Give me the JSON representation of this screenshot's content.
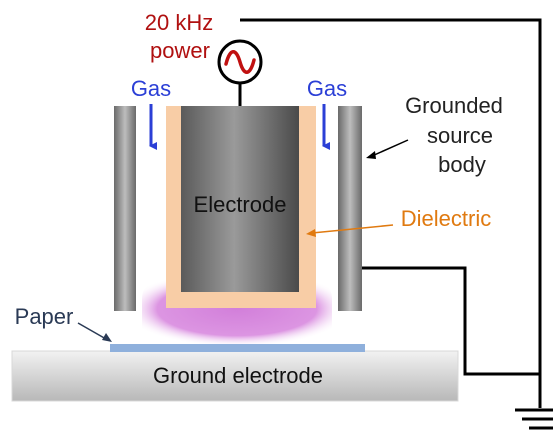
{
  "labels": {
    "power_line1": "20 kHz",
    "power_line2": "power",
    "gas_left": "Gas",
    "gas_right": "Gas",
    "grounded_line1": "Grounded",
    "grounded_line2": "source",
    "grounded_line3": "body",
    "electrode": "Electrode",
    "dielectric": "Dielectric",
    "paper": "Paper",
    "ground_electrode": "Ground electrode"
  },
  "colors": {
    "power_text": "#b01010",
    "gas_text": "#2b3fd6",
    "gas_arrow": "#2b3fd6",
    "dielectric_text": "#e07a10",
    "dielectric_fill": "#f8cda6",
    "paper_text": "#2a3a55",
    "paper_strip": "#8fb0dc",
    "plasma": "#cf7fd8",
    "source_ac": "#c01010",
    "wire": "#000000"
  },
  "icons": {
    "ac_source": "sine-wave-icon",
    "ground": "ground-symbol-icon"
  }
}
